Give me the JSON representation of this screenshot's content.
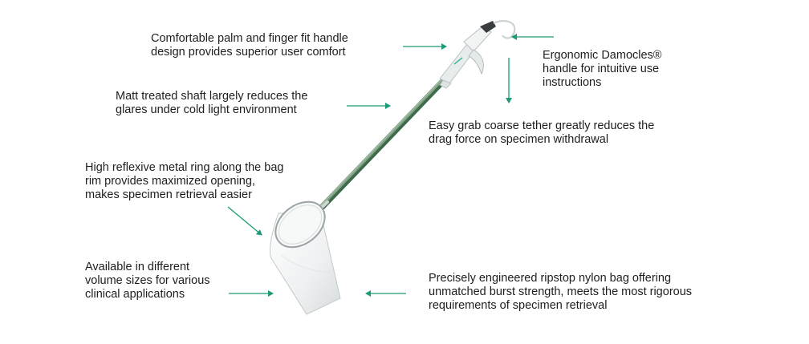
{
  "accent_color": "#1e9a78",
  "annotations": [
    {
      "id": "handle-fit",
      "text": "Comfortable palm and finger fit handle\ndesign provides superior user comfort"
    },
    {
      "id": "damocles-handle",
      "text": "Ergonomic Damocles®\nhandle for intuitive use\ninstructions"
    },
    {
      "id": "matt-shaft",
      "text": "Matt treated shaft largely reduces the\nglares under cold light environment"
    },
    {
      "id": "coarse-tether",
      "text": "Easy grab coarse tether greatly reduces the\ndrag force on specimen withdrawal"
    },
    {
      "id": "metal-ring",
      "text": "High reflexive metal ring along the bag\nrim provides maximized opening,\nmakes specimen retrieval easier"
    },
    {
      "id": "volume-sizes",
      "text": "Available in different\nvolume sizes for various\nclinical applications"
    },
    {
      "id": "ripstop-bag",
      "text": "Precisely engineered ripstop nylon bag offering\nunmatched burst strength, meets the most rigorous\nrequirements of specimen retrieval"
    }
  ]
}
